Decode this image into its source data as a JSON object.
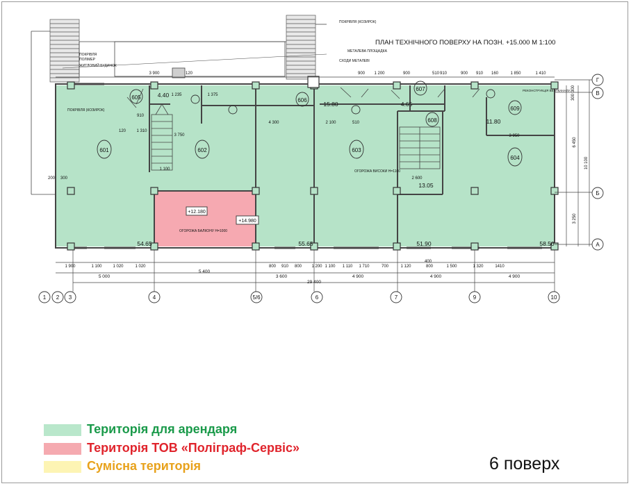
{
  "plan": {
    "title": "ПЛАН ТЕХНІЧНОГО ПОВЕРХУ НА ПОЗН. +15.000 М 1:100",
    "neighbor_building": "ЖИТЛОВИЙ БУДИНОК",
    "neighbor_label_1": "ПОКРІВЛЯ",
    "neighbor_label_2": "ПОЛІМЕР",
    "canopy_top": "ПОКРІВЛЯ (КОЗИРОК)",
    "canopy_left": "ПОКРІВЛЯ (КОЗИРОК)",
    "stairs_label": "СХОДИ МЕТАЛЕВІ",
    "metal_platform": "МЕТАЛЕВА ПЛОЩАДКА",
    "fence_label": "ОГОРОЖА ВИСОКИ Н=1100",
    "balcony_label": "ОГОРОЖА БАЛКОНУ Н=1000",
    "vent_label": "РЕКОНСТРУКЦІЯ ВЕНТКАНАЛУ",
    "elevations": [
      "+12.180",
      "+14.980"
    ],
    "rooms": [
      {
        "id": "601"
      },
      {
        "id": "602"
      },
      {
        "id": "603"
      },
      {
        "id": "604"
      },
      {
        "id": "605"
      },
      {
        "id": "606"
      },
      {
        "id": "607"
      },
      {
        "id": "608"
      },
      {
        "id": "609"
      }
    ],
    "areas": [
      "4.40",
      "15.80",
      "4.65",
      "11.80",
      "13.05",
      "54.65",
      "55.65",
      "51.90",
      "58.50"
    ],
    "axes_columns": [
      "1",
      "2",
      "3",
      "4",
      "5/6",
      "6",
      "7",
      "9",
      "10"
    ],
    "axes_rows": [
      "Г",
      "В",
      "Б",
      "А"
    ],
    "dims_top": [
      "3 900",
      "120",
      "900",
      "1 200",
      "900",
      "510",
      "910",
      "900",
      "910",
      "160",
      "1 850",
      "1 410"
    ],
    "dims_bottom_1": [
      "1 900",
      "1 100",
      "1 020",
      "1 020",
      "800",
      "910",
      "800",
      "1 200",
      "1 100",
      "1 110",
      "1 710",
      "700",
      "1 120",
      "800",
      "1 500",
      "1 320",
      "1410"
    ],
    "dims_bottom_2": [
      "5 000",
      "3 600",
      "4 900",
      "4 900",
      "4 900"
    ],
    "dims_axes": [
      "5 400"
    ],
    "dims_total": "29 400",
    "dims_inner": [
      "910",
      "1 310",
      "1 100",
      "4 300",
      "2 100",
      "510",
      "2 600",
      "3 950",
      "3 750",
      "1 235",
      "1 375",
      "400"
    ],
    "dims_right": [
      "6 450",
      "10 100",
      "3 250",
      "300",
      "300"
    ],
    "dims_small": [
      "120",
      "200",
      "300"
    ]
  },
  "legend": [
    {
      "label": "Територія для арендаря",
      "swatch_color": "#b9e7cb",
      "text_color": "#1a9a4a"
    },
    {
      "label": "Територія ТОВ «Поліграф-Сервіс»",
      "swatch_color": "#f5aab0",
      "text_color": "#e0242c"
    },
    {
      "label": "Сумісна територія",
      "swatch_color": "#fdf4b4",
      "text_color": "#e8a21c"
    }
  ],
  "floor_label": "6 поверх",
  "colors": {
    "tenant": "#b6e3c8",
    "owner": "#f6a9b1",
    "wall": "#444444"
  }
}
